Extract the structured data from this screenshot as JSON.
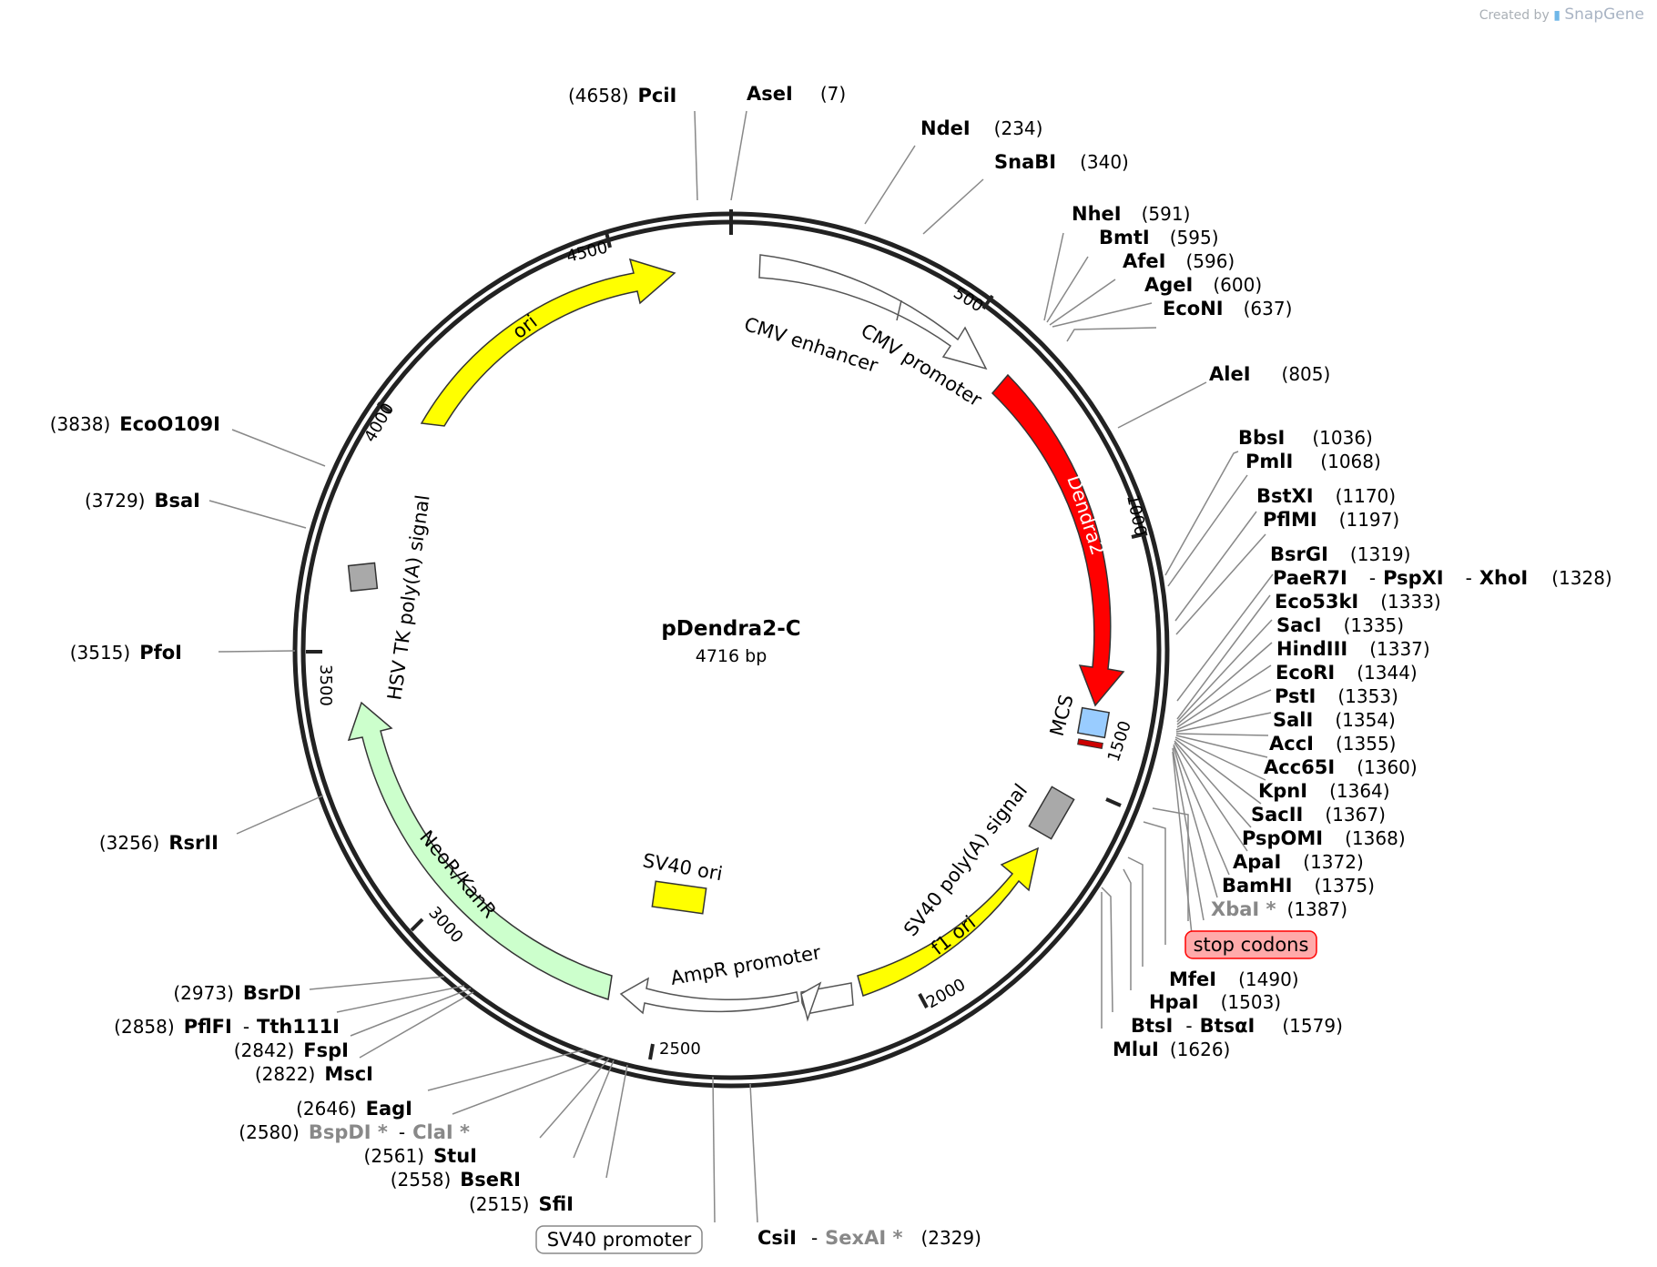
{
  "credit": {
    "prefix": "Created by",
    "brand": "SnapGene"
  },
  "plasmid": {
    "name": "pDendra2-C",
    "size_label": "4716 bp",
    "length": 4716
  },
  "colors": {
    "ori": "#ffff00",
    "dendra2": "#ff0000",
    "neo": "#ccffcc",
    "mcs": "#99ccff",
    "terminator": "#a9a9a9",
    "stop_fill": "#ffaaaa",
    "stop_stroke": "#ff0000"
  },
  "ticks": [
    "500",
    "1000",
    "1500",
    "2000",
    "2500",
    "3000",
    "3500",
    "4000",
    "4500"
  ],
  "features": [
    {
      "id": "ori",
      "label": "ori",
      "type": "arrow",
      "color": "#ffff00"
    },
    {
      "id": "cmv-enhancer",
      "label": "CMV enhancer",
      "type": "arrow",
      "color": "#ffffff"
    },
    {
      "id": "cmv-promoter",
      "label": "CMV promoter",
      "type": "arrow",
      "color": "#ffffff"
    },
    {
      "id": "dendra2",
      "label": "Dendra2",
      "type": "arrow",
      "color": "#ff0000"
    },
    {
      "id": "mcs",
      "label": "MCS",
      "type": "box",
      "color": "#99ccff"
    },
    {
      "id": "sv40-polya",
      "label": "SV40 poly(A) signal",
      "type": "box",
      "color": "#a9a9a9"
    },
    {
      "id": "f1-ori",
      "label": "f1 ori",
      "type": "arrow",
      "color": "#ffff00"
    },
    {
      "id": "ampr-promoter",
      "label": "AmpR promoter",
      "type": "arrow",
      "color": "#ffffff"
    },
    {
      "id": "sv40-ori",
      "label": "SV40 ori",
      "type": "box",
      "color": "#ffff00"
    },
    {
      "id": "neo",
      "label": "NeoR/KanR",
      "type": "arrow",
      "color": "#ccffcc"
    },
    {
      "id": "hsv-polya",
      "label": "HSV TK poly(A) signal",
      "type": "box",
      "color": "#a9a9a9"
    }
  ],
  "boxed_labels": {
    "stop_codons": "stop codons",
    "sv40_promoter": "SV40 promoter"
  },
  "sites": [
    {
      "name": "PciI",
      "pos": "(4658)"
    },
    {
      "name": "AseI",
      "pos": "(7)"
    },
    {
      "name": "NdeI",
      "pos": "(234)"
    },
    {
      "name": "SnaBI",
      "pos": "(340)"
    },
    {
      "name": "NheI",
      "pos": "(591)"
    },
    {
      "name": "BmtI",
      "pos": "(595)"
    },
    {
      "name": "AfeI",
      "pos": "(596)"
    },
    {
      "name": "AgeI",
      "pos": "(600)"
    },
    {
      "name": "EcoNI",
      "pos": "(637)"
    },
    {
      "name": "AleI",
      "pos": "(805)"
    },
    {
      "name": "BbsI",
      "pos": "(1036)"
    },
    {
      "name": "PmlI",
      "pos": "(1068)"
    },
    {
      "name": "BstXI",
      "pos": "(1170)"
    },
    {
      "name": "PflMI",
      "pos": "(1197)"
    },
    {
      "name": "BsrGI",
      "pos": "(1319)"
    },
    {
      "name": "PaeR7I",
      "pos": ""
    },
    {
      "name": "PspXI",
      "pos": ""
    },
    {
      "name": "XhoI",
      "pos": "(1328)"
    },
    {
      "name": "Eco53kI",
      "pos": "(1333)"
    },
    {
      "name": "SacI",
      "pos": "(1335)"
    },
    {
      "name": "HindIII",
      "pos": "(1337)"
    },
    {
      "name": "EcoRI",
      "pos": "(1344)"
    },
    {
      "name": "PstI",
      "pos": "(1353)"
    },
    {
      "name": "SalI",
      "pos": "(1354)"
    },
    {
      "name": "AccI",
      "pos": "(1355)"
    },
    {
      "name": "Acc65I",
      "pos": "(1360)"
    },
    {
      "name": "KpnI",
      "pos": "(1364)"
    },
    {
      "name": "SacII",
      "pos": "(1367)"
    },
    {
      "name": "PspOMI",
      "pos": "(1368)"
    },
    {
      "name": "ApaI",
      "pos": "(1372)"
    },
    {
      "name": "BamHI",
      "pos": "(1375)"
    },
    {
      "name": "XbaI *",
      "pos": "(1387)"
    },
    {
      "name": "MfeI",
      "pos": "(1490)"
    },
    {
      "name": "HpaI",
      "pos": "(1503)"
    },
    {
      "name": "BtsI",
      "pos": ""
    },
    {
      "name": "BtsαI",
      "pos": "(1579)"
    },
    {
      "name": "MluI",
      "pos": "(1626)"
    },
    {
      "name": "CsiI",
      "pos": ""
    },
    {
      "name": "SexAI *",
      "pos": "(2329)"
    },
    {
      "name": "SfiI",
      "pos": "(2515)"
    },
    {
      "name": "BseRI",
      "pos": "(2558)"
    },
    {
      "name": "StuI",
      "pos": "(2561)"
    },
    {
      "name": "BspDI *",
      "pos": "(2580)"
    },
    {
      "name": "ClaI *",
      "pos": ""
    },
    {
      "name": "EagI",
      "pos": "(2646)"
    },
    {
      "name": "MscI",
      "pos": "(2822)"
    },
    {
      "name": "FspI",
      "pos": "(2842)"
    },
    {
      "name": "PflFI",
      "pos": "(2858)"
    },
    {
      "name": "Tth111I",
      "pos": ""
    },
    {
      "name": "BsrDI",
      "pos": "(2973)"
    },
    {
      "name": "RsrII",
      "pos": "(3256)"
    },
    {
      "name": "PfoI",
      "pos": "(3515)"
    },
    {
      "name": "BsaI",
      "pos": "(3729)"
    },
    {
      "name": "EcoO109I",
      "pos": "(3838)"
    }
  ]
}
